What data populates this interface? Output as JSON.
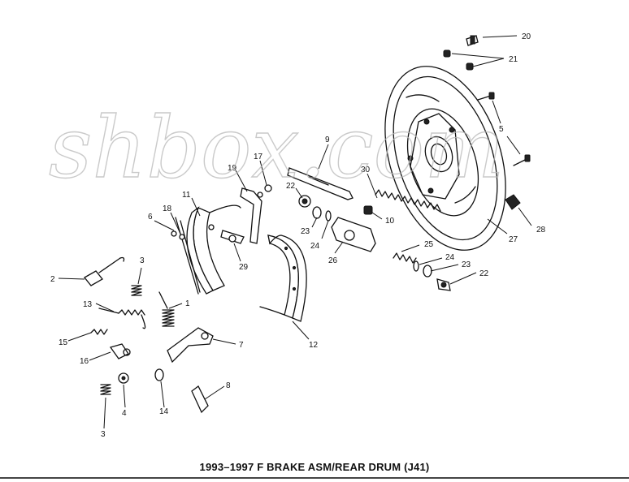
{
  "diagram": {
    "watermark": "shbox.com",
    "caption": "1993–1997 F BRAKE ASM/REAR DRUM (J41)",
    "callouts": [
      "20",
      "21",
      "5",
      "9",
      "17",
      "19",
      "30",
      "22",
      "11",
      "18",
      "6",
      "10",
      "23",
      "24",
      "28",
      "25",
      "27",
      "3",
      "2",
      "29",
      "26",
      "24",
      "23",
      "22",
      "1",
      "13",
      "12",
      "7",
      "15",
      "16",
      "8",
      "4",
      "14",
      "3"
    ]
  }
}
